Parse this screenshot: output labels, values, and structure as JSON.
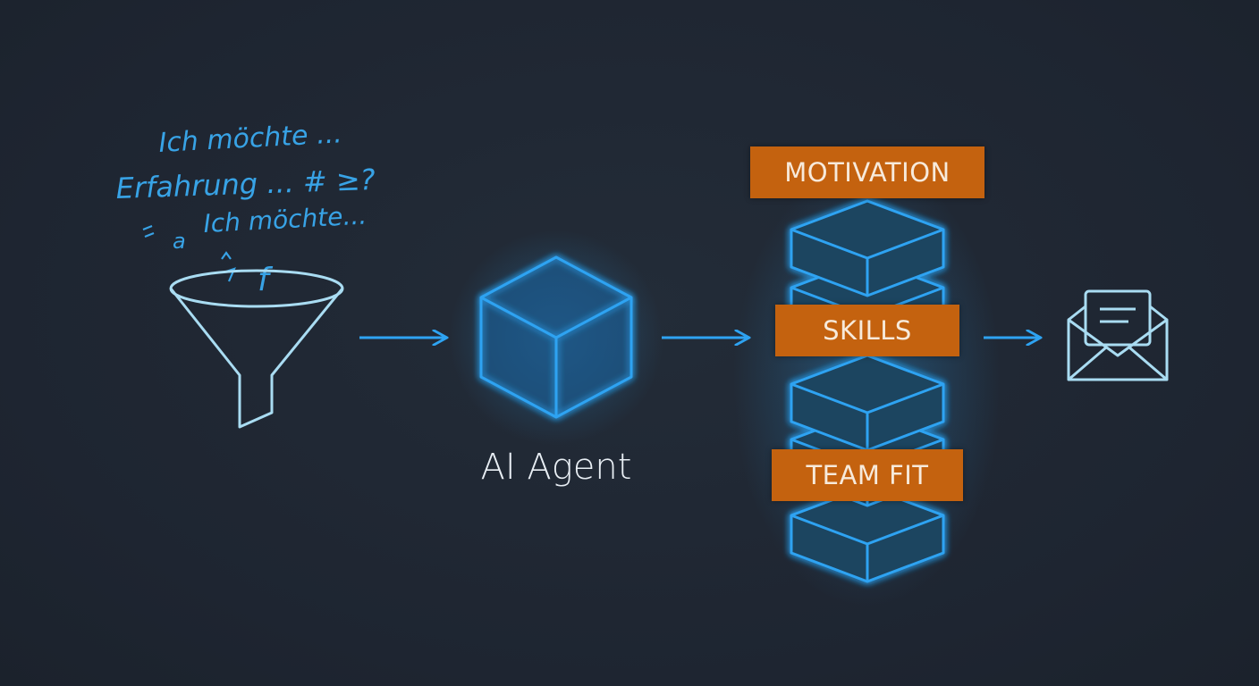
{
  "input_notes": {
    "line1": "Ich möchte ...",
    "line2": "Erfahrung ... # ≥?",
    "line3": "Ich möchte...",
    "scribbles": [
      "a",
      "f"
    ]
  },
  "agent": {
    "label": "AI Agent"
  },
  "criteria": [
    {
      "label": "MOTIVATION"
    },
    {
      "label": "SKILLS"
    },
    {
      "label": "TEAM FIT"
    }
  ],
  "icons": {
    "input": "funnel-icon",
    "agent": "cube-icon",
    "output": "envelope-icon"
  },
  "colors": {
    "background": "#1f2733",
    "glow_blue": "#2ea3f2",
    "label_orange": "#c4620f",
    "funnel": "#a9dcf2"
  }
}
